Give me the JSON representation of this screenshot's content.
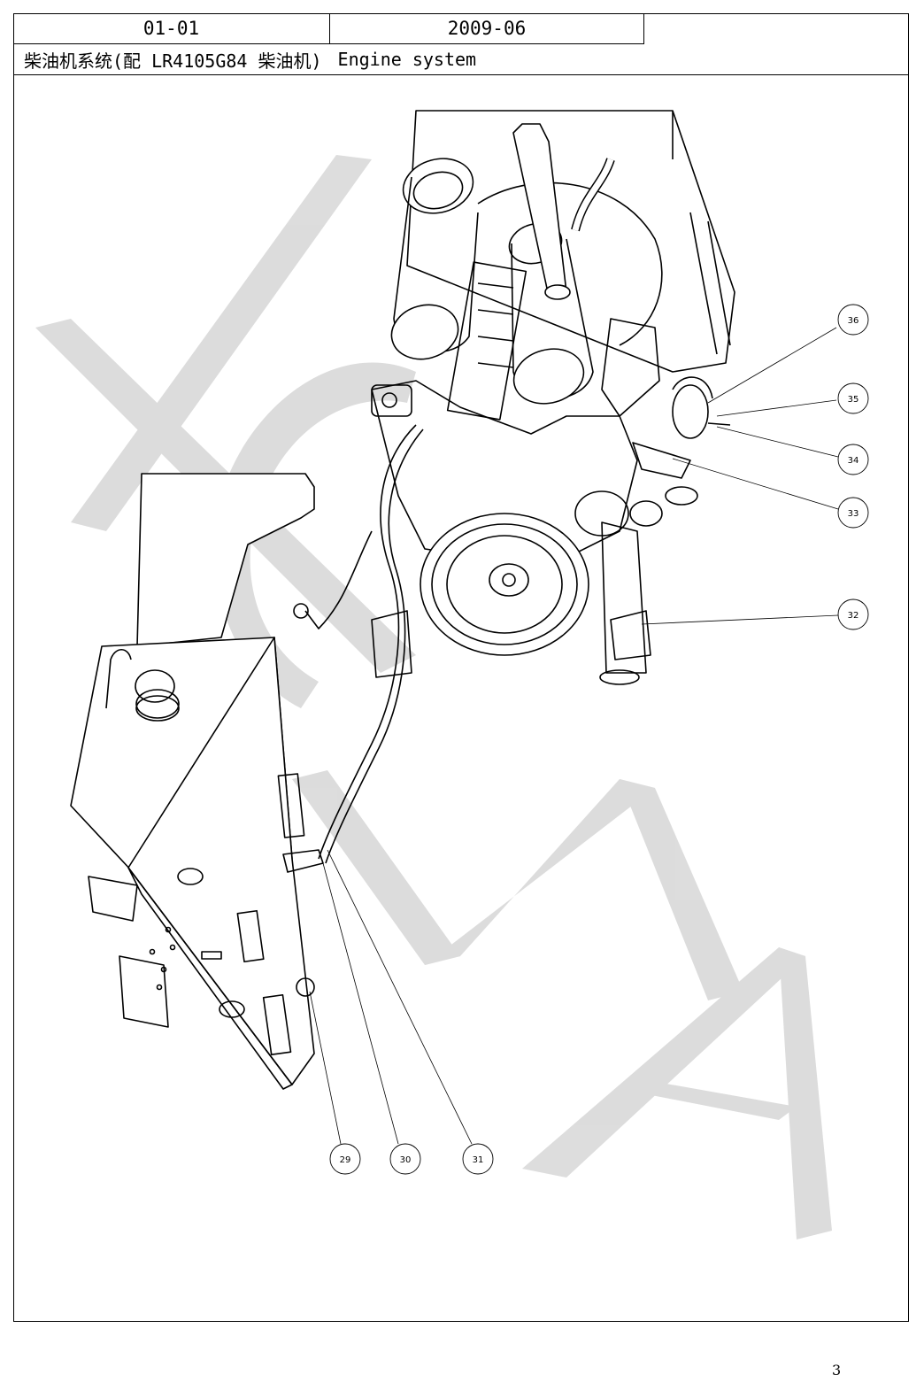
{
  "header": {
    "code": "01-01",
    "date": "2009-06",
    "title_cn": "柴油机系统(配 LR4105G84 柴油机)",
    "title_en": "Engine system"
  },
  "callouts": {
    "c36": "36",
    "c35": "35",
    "c34": "34",
    "c33": "33",
    "c32": "32",
    "c29": "29",
    "c30": "30",
    "c31": "31"
  },
  "watermark": {
    "text": "XCMA",
    "color": "#d9d9d9"
  },
  "page_number": "3"
}
